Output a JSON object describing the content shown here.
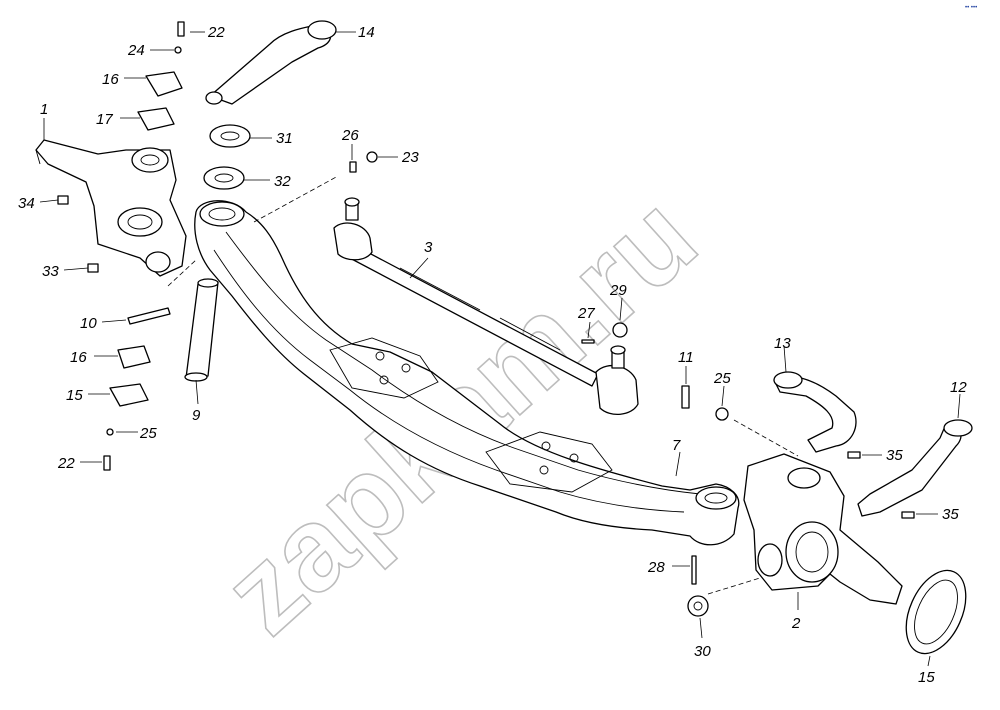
{
  "watermark": {
    "text": "zapkam.ru"
  },
  "logo": {
    "text": "•• •••"
  },
  "callouts": [
    "1",
    "2",
    "3",
    "7",
    "9",
    "10",
    "11",
    "12",
    "13",
    "14",
    "15",
    "15",
    "16",
    "16",
    "17",
    "22",
    "22",
    "23",
    "24",
    "25",
    "25",
    "26",
    "27",
    "28",
    "29",
    "30",
    "31",
    "32",
    "33",
    "34",
    "35",
    "35"
  ]
}
